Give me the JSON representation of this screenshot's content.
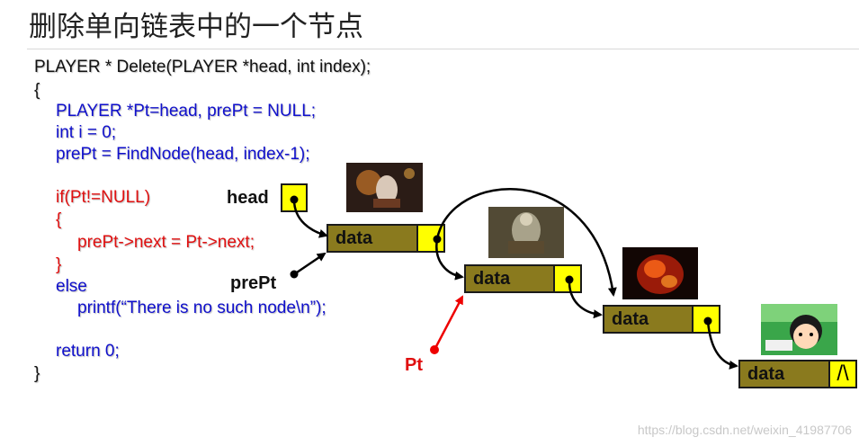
{
  "title": "删除单向链表中的一个节点",
  "code": {
    "line1": "PLAYER * Delete(PLAYER *head, int index);",
    "line2": "{",
    "line3": "PLAYER *Pt=head, prePt = NULL;",
    "line4": "int i = 0;",
    "line5": "prePt = FindNode(head, index-1);",
    "line6": "if(Pt!=NULL)",
    "line7": "{",
    "line8": "prePt->next = Pt->next;",
    "line9": "}",
    "line10": "else",
    "line11": "printf(“There is no such node\\n”);",
    "line12": "return 0;",
    "line13": "}"
  },
  "diagram": {
    "head_label": "head",
    "prept_label": "prePt",
    "pt_label": "Pt",
    "node1_data": "data",
    "node2_data": "data",
    "node3_data": "data",
    "node4_data": "data",
    "null_symbol": "/\\"
  },
  "colors": {
    "node_fill": "#8a7a1e",
    "pointer_fill": "#ffff00",
    "code_blue": "#1010cc",
    "code_red": "#e01010"
  },
  "watermark": "https://blog.csdn.net/weixin_41987706"
}
